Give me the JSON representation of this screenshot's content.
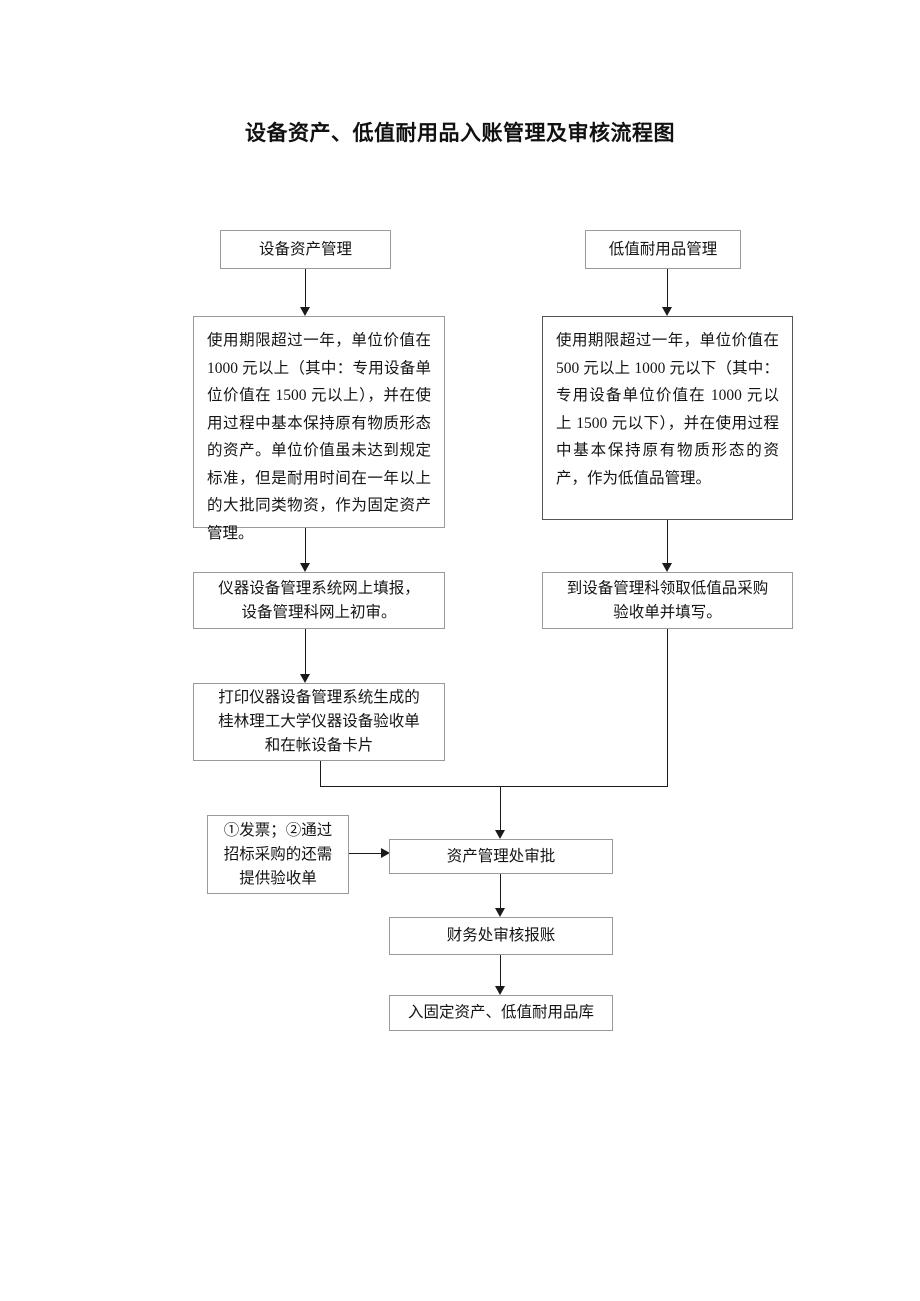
{
  "title": "设备资产、低值耐用品入账管理及审核流程图",
  "flow": {
    "left_column": {
      "header": "设备资产管理",
      "criteria": "使用期限超过一年，单位价值在 1000 元以上（其中：专用设备单位价值在 1500 元以上），并在使用过程中基本保持原有物质形态的资产。单位价值虽未达到规定标准，但是耐用时间在一年以上的大批同类物资，作为固定资产管理。",
      "step_report": "仪器设备管理系统网上填报，\n设备管理科网上初审。",
      "step_print": "打印仪器设备管理系统生成的\n桂林理工大学仪器设备验收单\n和在帐设备卡片"
    },
    "right_column": {
      "header": "低值耐用品管理",
      "criteria": "使用期限超过一年，单位价值在 500 元以上 1000 元以下（其中：专用设备单位价值在 1000 元以上 1500 元以下），并在使用过程中基本保持原有物质形态的资产，作为低值品管理。",
      "step_receive": "到设备管理科领取低值品采购\n验收单并填写。"
    },
    "side_note": "①发票；②通过\n招标采购的还需\n提供验收单",
    "shared_steps": [
      "资产管理处审批",
      "财务处审核报账",
      "入固定资产、低值耐用品库"
    ]
  },
  "colors": {
    "box_border": "#9a9a9a",
    "box_border_strong": "#555555",
    "connector": "#1a1a1a",
    "background": "#ffffff",
    "text": "#141414"
  }
}
